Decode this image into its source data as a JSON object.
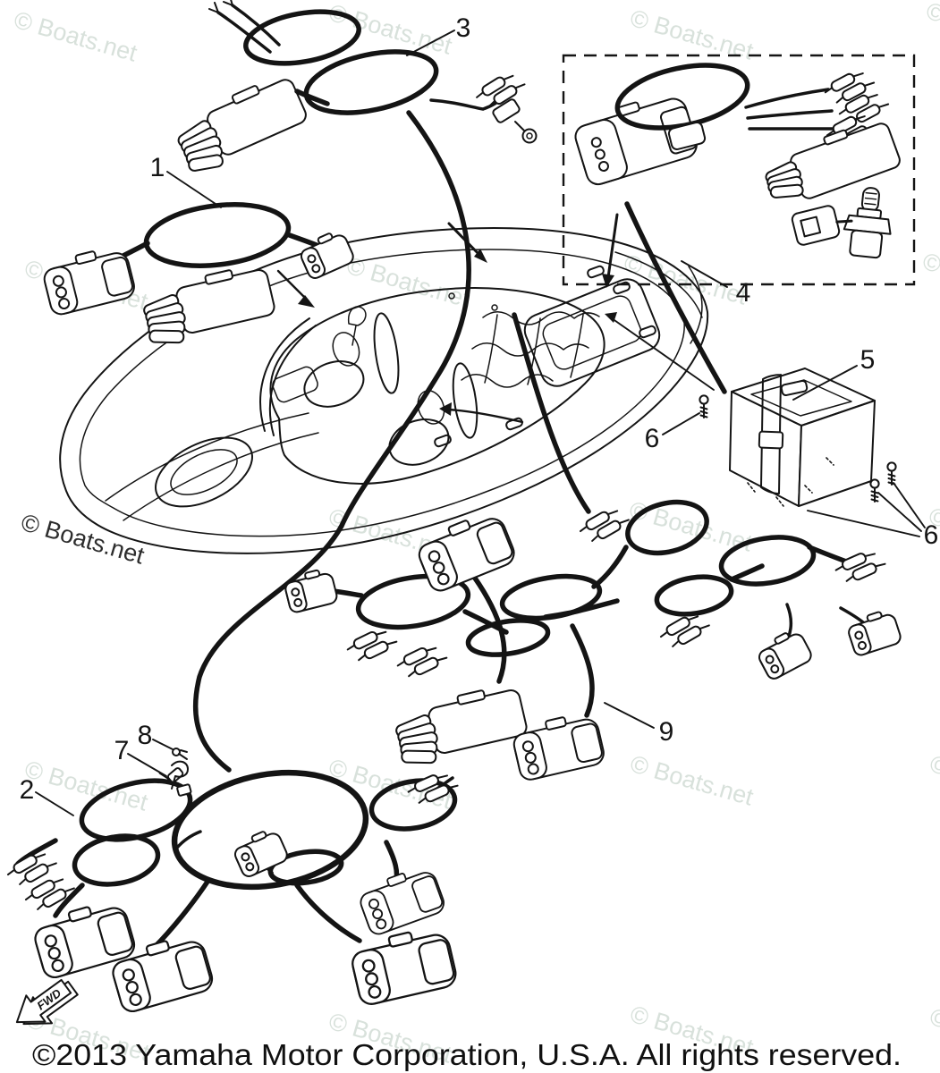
{
  "diagram": {
    "watermark_text": "© Boats.net",
    "copyright_text": "©2013 Yamaha Motor Corporation, U.S.A. All rights reserved.",
    "fwd_label": "FWD",
    "callouts": {
      "c1": "1",
      "c2": "2",
      "c3": "3",
      "c4": "4",
      "c5": "5",
      "c6_left": "6",
      "c6_right": "6",
      "c7": "7",
      "c8": "8",
      "c9": "9"
    },
    "colors": {
      "ink": "#141414",
      "watermark_light": "#d8e1db",
      "watermark_dark": "#2d2d2d",
      "background": "#ffffff"
    }
  }
}
